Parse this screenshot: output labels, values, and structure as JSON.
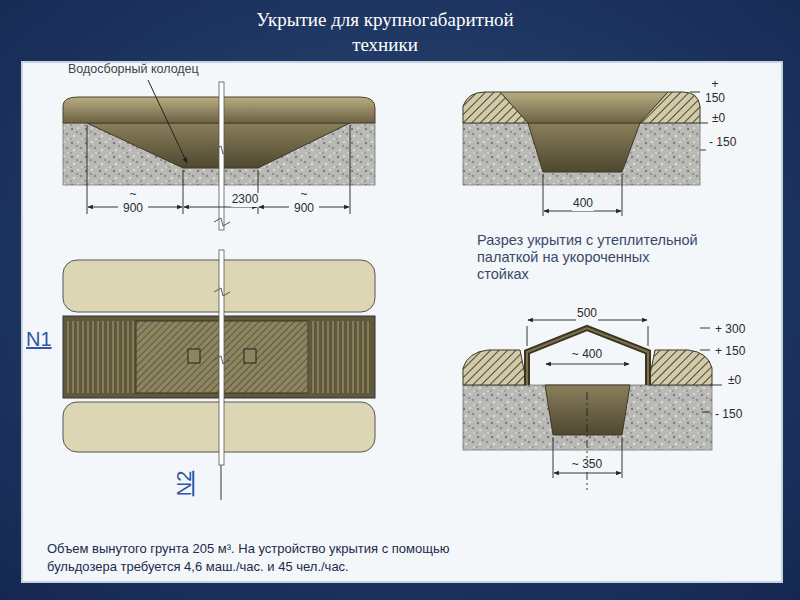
{
  "diagram": {
    "title": "Укрытие для крупногабаритной техники",
    "caption": "Объем вынутого грунта 205 м³. На устройство укрытия с помощью бульдозера требуется 4,6 маш./час. и 45 чел./час.",
    "labels": [
      "Водосборный колодец",
      "~ 900",
      "2300",
      "~ 900",
      "+ 150",
      "±0",
      "- 150",
      "400",
      "N1",
      "N2",
      "Разрез укрытия с утеплительной палаткой на укороченных стойках",
      "500",
      "~ 400",
      "+ 300",
      "+ 150",
      "±0",
      "- 150",
      "~ 350"
    ]
  }
}
